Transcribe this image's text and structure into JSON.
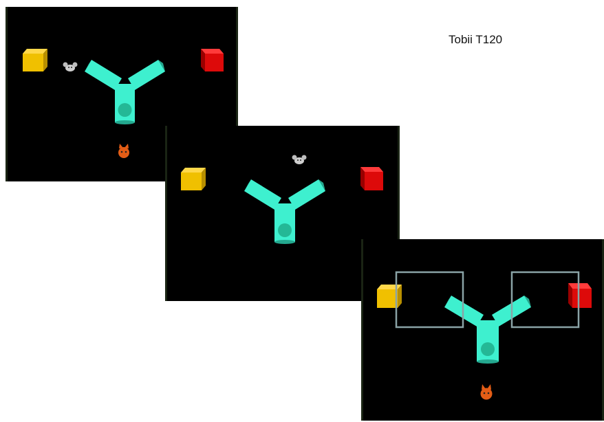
{
  "label": "Tobii T120",
  "colors": {
    "background": "#000000",
    "tube": "#3ef0cf",
    "tube_shade": "#24a88f",
    "cube_yellow": "#f0c000",
    "cube_red": "#dd0a0a",
    "aoi_box": "#8aa3a6"
  },
  "frames": [
    {
      "name": "frame-1",
      "icons": [
        "yellow-cube",
        "mouse",
        "y-tube",
        "red-cube",
        "cat"
      ]
    },
    {
      "name": "frame-2",
      "icons": [
        "yellow-cube",
        "mouse",
        "y-tube",
        "red-cube"
      ]
    },
    {
      "name": "frame-3",
      "icons": [
        "yellow-cube",
        "aoi-box-left",
        "y-tube",
        "aoi-box-right",
        "red-cube",
        "cat"
      ]
    }
  ]
}
